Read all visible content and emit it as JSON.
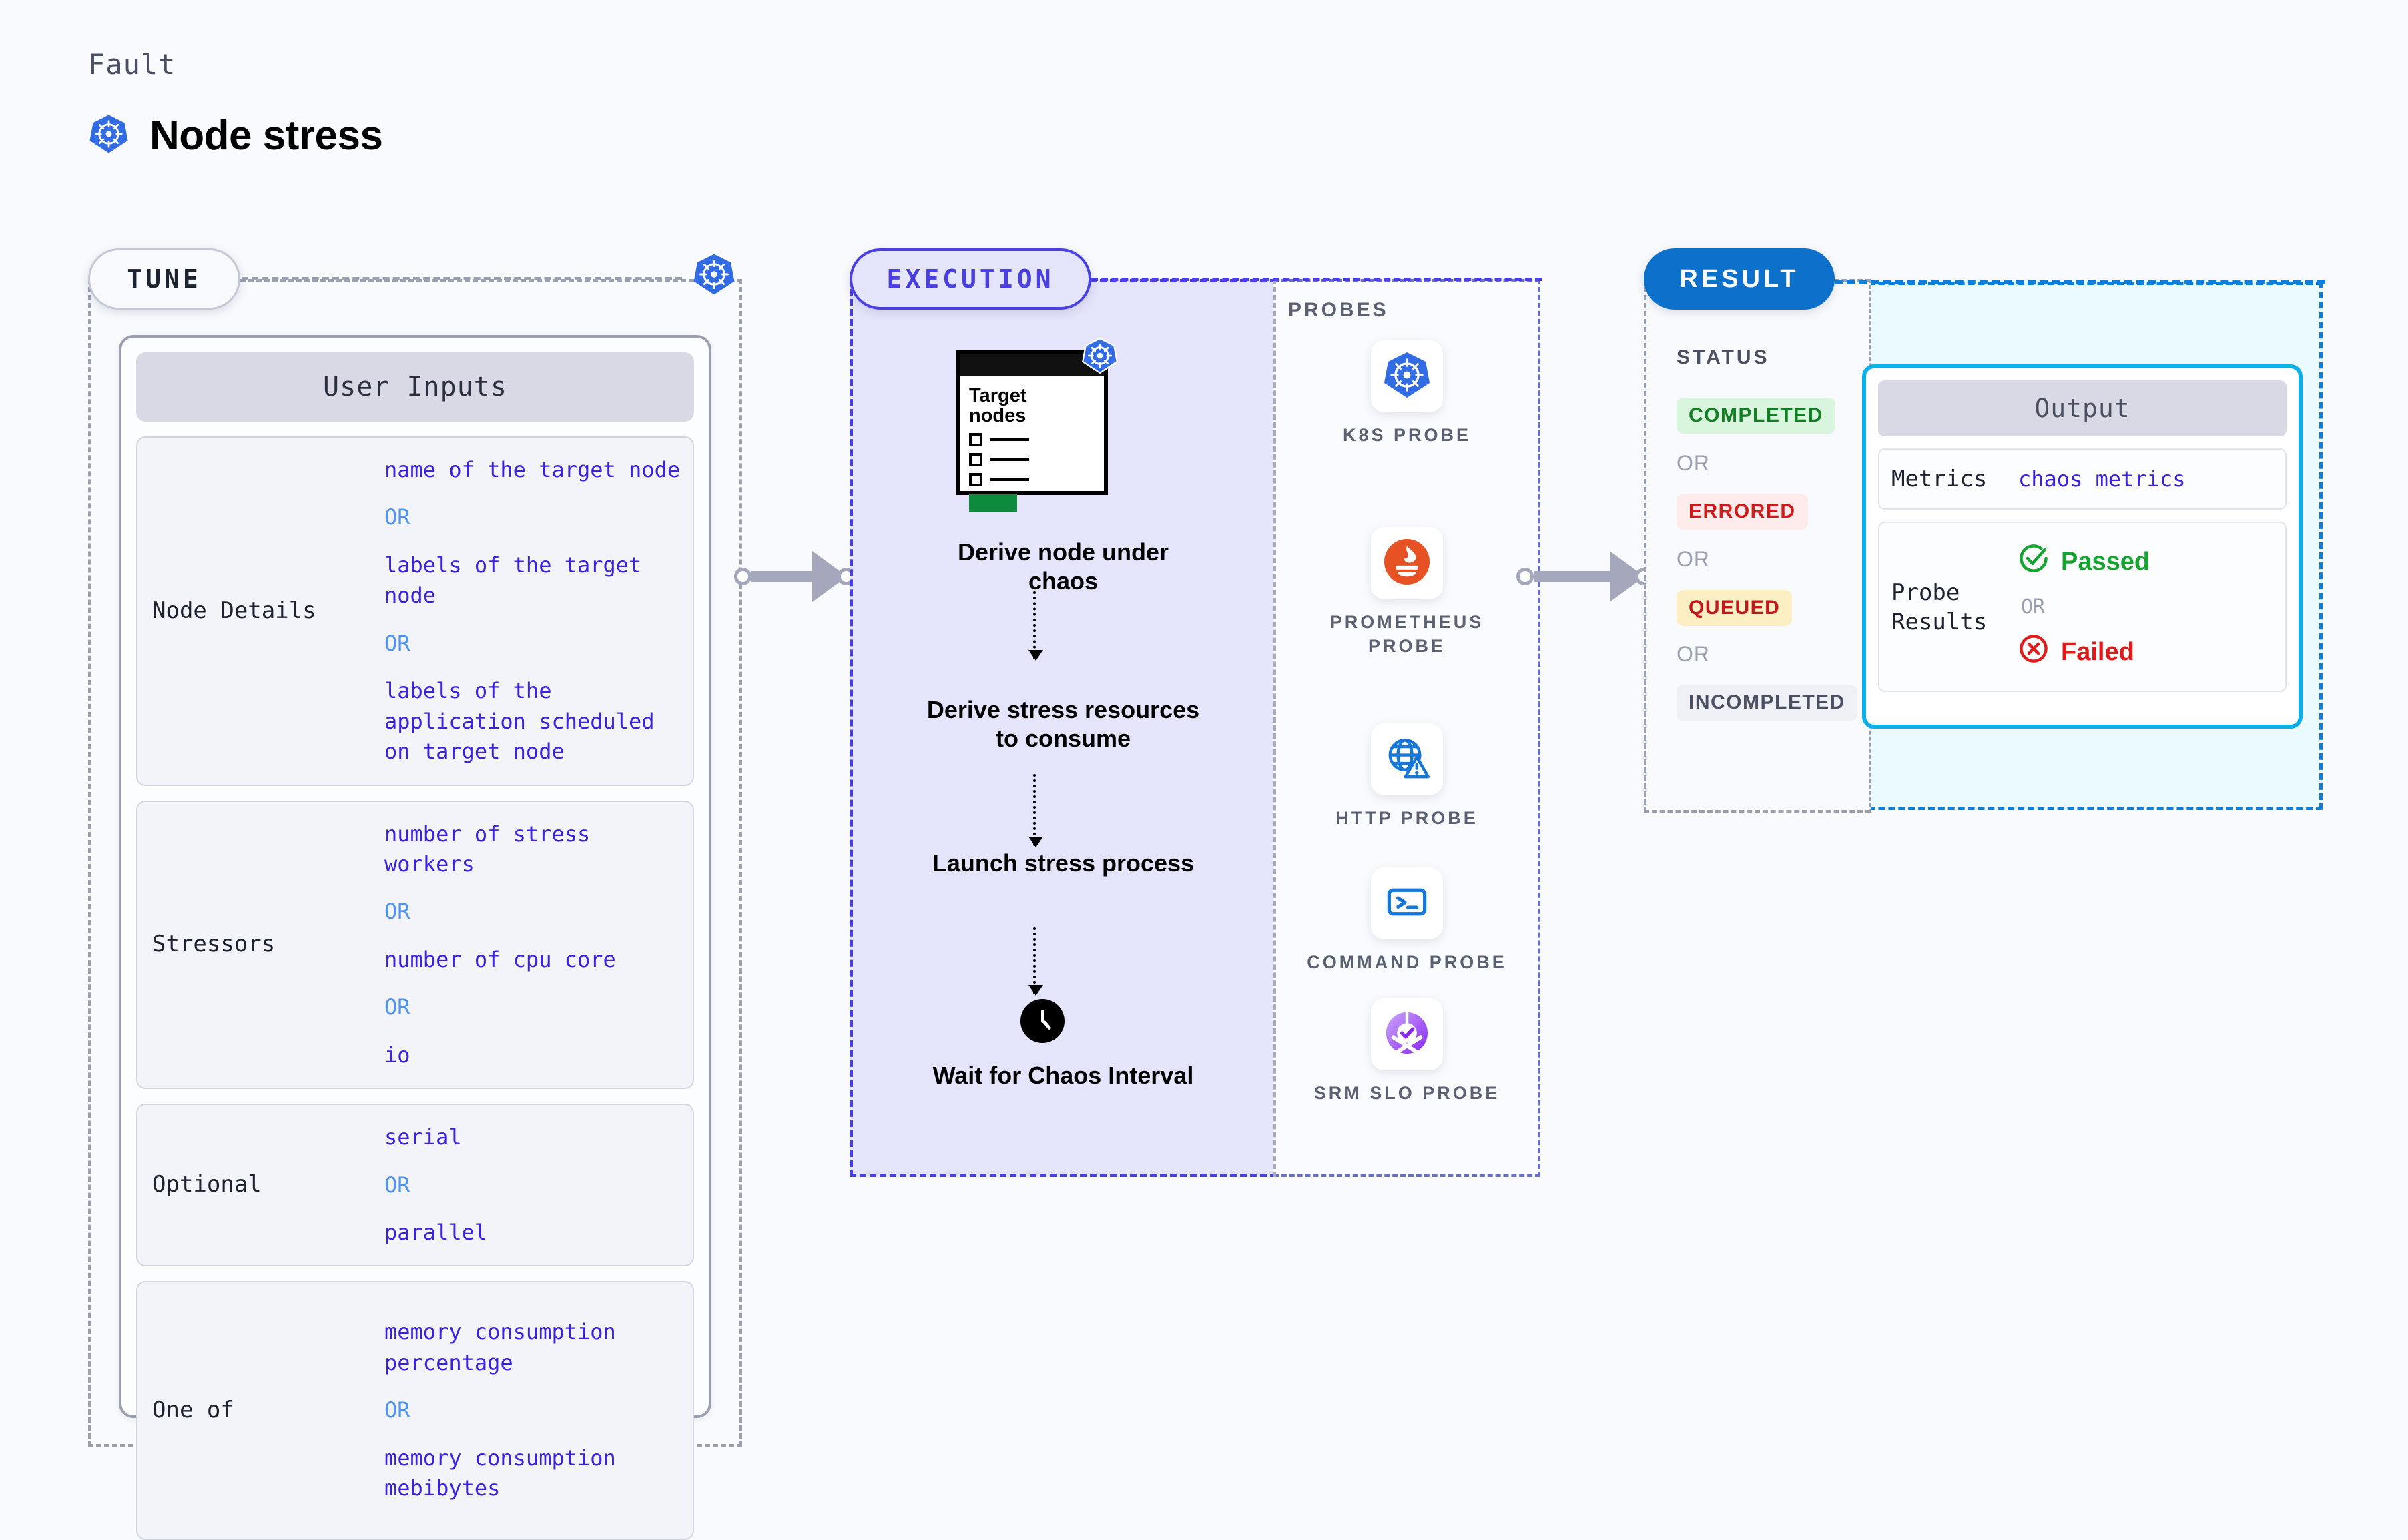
{
  "header": {
    "eyebrow": "Fault",
    "title": "Node stress",
    "icon": "kubernetes-icon"
  },
  "tune": {
    "tag": "TUNE",
    "badge_icon": "kubernetes-icon",
    "card_title": "User Inputs",
    "rows": [
      {
        "label": "Node Details",
        "values": [
          "name of the target node",
          "labels of the target node",
          "labels of the application scheduled on target node"
        ],
        "separator": "OR"
      },
      {
        "label": "Stressors",
        "values": [
          "number of stress workers",
          "number of cpu core",
          "io"
        ],
        "separator": "OR"
      },
      {
        "label": "Optional",
        "values": [
          "serial",
          "parallel"
        ],
        "separator": "OR"
      },
      {
        "label": "One of",
        "values": [
          "memory consumption percentage",
          "memory consumption mebibytes"
        ],
        "separator": "OR"
      }
    ]
  },
  "execution": {
    "tag": "EXECUTION",
    "target_card": {
      "title_line1": "Target",
      "title_line2": "nodes",
      "badge_icon": "kubernetes-icon",
      "checkbox_rows": 3
    },
    "steps": [
      "Derive node under chaos",
      "Derive stress resources to consume",
      "Launch stress process",
      "Wait for Chaos Interval"
    ],
    "wait_icon": "clock-icon"
  },
  "probes": {
    "label": "PROBES",
    "items": [
      {
        "name": "K8S PROBE",
        "icon": "kubernetes-icon"
      },
      {
        "name": "PROMETHEUS PROBE",
        "icon": "prometheus-icon"
      },
      {
        "name": "HTTP PROBE",
        "icon": "http-globe-warning-icon"
      },
      {
        "name": "COMMAND PROBE",
        "icon": "terminal-icon"
      },
      {
        "name": "SRM SLO PROBE",
        "icon": "srm-slo-icon"
      }
    ]
  },
  "result": {
    "tag": "RESULT",
    "status_label": "STATUS",
    "separator": "OR",
    "statuses": [
      {
        "label": "COMPLETED",
        "color": "#118023",
        "bg": "#d9f5de"
      },
      {
        "label": "ERRORED",
        "color": "#d01919",
        "bg": "#fdeaea"
      },
      {
        "label": "QUEUED",
        "color": "#c4161c",
        "bg": "#fdefc4"
      },
      {
        "label": "INCOMPLETED",
        "color": "#4a5061",
        "bg": "#eef0f6"
      }
    ],
    "output": {
      "title": "Output",
      "metrics_label": "Metrics",
      "metrics_value": "chaos metrics",
      "probe_results_label": "Probe Results",
      "passed_label": "Passed",
      "failed_label": "Failed",
      "separator": "OR",
      "passed_icon": "check-circle-icon",
      "failed_icon": "x-circle-icon"
    }
  },
  "colors": {
    "background": "#f8fafd",
    "accent_blue": "#3b22e0",
    "or_blue": "#4d94f5",
    "result_blue": "#0d71cc",
    "execution_bg": "#e4e4fb",
    "result_bg": "#ebfaff"
  }
}
